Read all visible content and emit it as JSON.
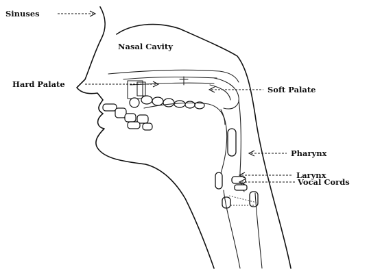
{
  "diagram": {
    "labels": {
      "sinuses": "Sinuses",
      "nasal_cavity": "Nasal Cavity",
      "hard_palate": "Hard Palate",
      "soft_palate": "Soft Palate",
      "pharynx": "Pharynx",
      "larynx": "Larynx",
      "vocal_cords": "Vocal Cords"
    },
    "colors": {
      "line": "#111111",
      "background": "#ffffff"
    }
  }
}
